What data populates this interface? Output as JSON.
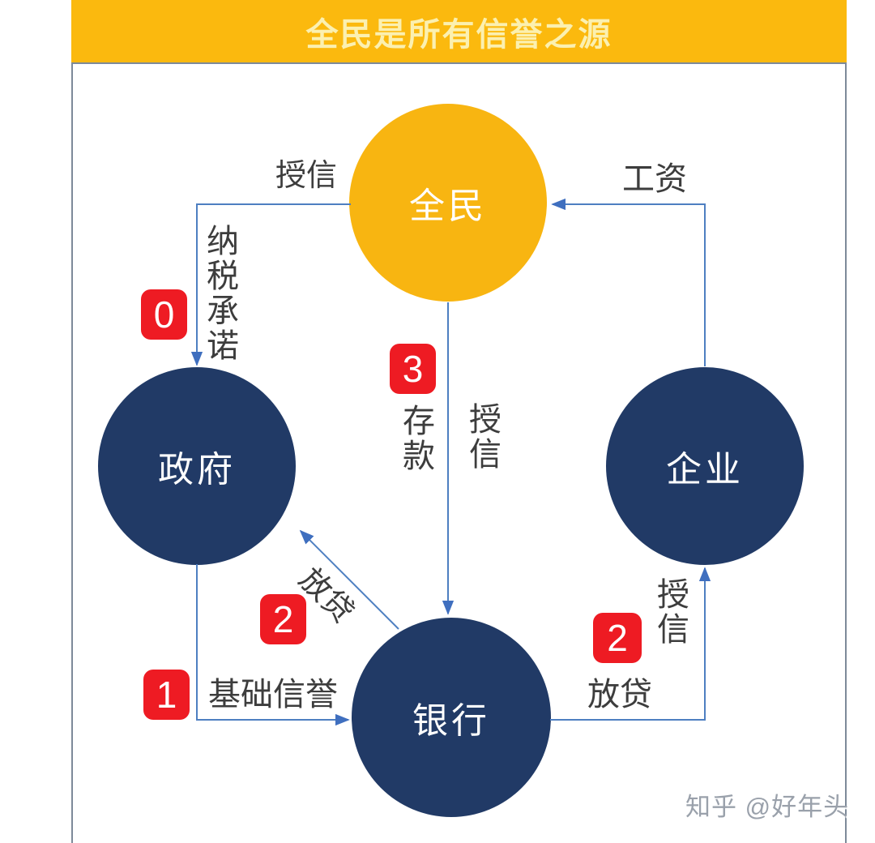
{
  "title": "全民是所有信誉之源",
  "nodes": {
    "quanmin": "全民",
    "zhengfu": "政府",
    "qiye": "企业",
    "yinhang": "银行"
  },
  "labels": {
    "shouxin_top": "授信",
    "nashui_chengnuo": "纳税承诺",
    "gongzi": "工资",
    "cunkuan": "存款",
    "shouxin_center": "授信",
    "fangdai_diagonal": "放贷",
    "jichu_xinyu": "基础信誉",
    "fangdai_right": "放贷",
    "shouxin_right": "授信"
  },
  "badges": {
    "step0": "0",
    "step1": "1",
    "step2_left": "2",
    "step2_right": "2",
    "step3": "3"
  },
  "watermark": "知乎 @好年头",
  "colors": {
    "banner": "#FBB90E",
    "title_text": "#FBF0B0",
    "people_node": "#F8B511",
    "org_node": "#213A66",
    "badge": "#EE1B23",
    "line": "#4E7FC1",
    "arrowhead": "#3F6FBF",
    "label_text": "#3D3D3D",
    "frame_border": "#7d8a99"
  }
}
